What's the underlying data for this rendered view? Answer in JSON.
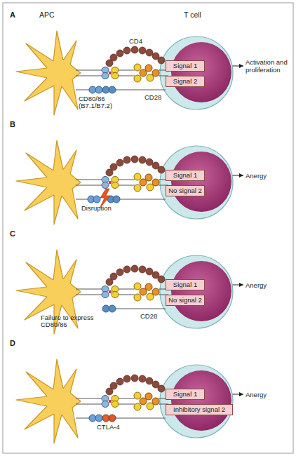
{
  "diagram": {
    "nodes": [
      {
        "text": [
          "Signal 1"
        ]
      },
      {
        "text": [
          "Signal 2"
        ]
      },
      {
        "text": [
          "Activation and proliferation"
        ]
      },
      {
        "text": [
          "Signal 1"
        ]
      },
      {
        "text": [
          "No signal 2"
        ]
      },
      {
        "text": [
          "Anergy"
        ]
      },
      {
        "text": [
          "Signal 1"
        ]
      },
      {
        "text": [
          "No signal 2"
        ]
      },
      {
        "text": [
          "Anergy"
        ]
      },
      {
        "text": [
          "Signal 1"
        ]
      },
      {
        "text": [
          "Inhibitory signal 2"
        ]
      },
      {
        "text": [
          "Anergy"
        ]
      }
    ],
    "edges": [
      {
        "from": 0,
        "to": 2,
        "arrow": "to"
      },
      {
        "from": 3,
        "to": 5,
        "arrow": "to"
      },
      {
        "from": 6,
        "to": 8,
        "arrow": "to"
      },
      {
        "from": 9,
        "to": 11,
        "arrow": "to"
      }
    ],
    "labels": [
      "A",
      "APC",
      "CD4",
      "T cell",
      "CD80/86",
      "(B7.1/B7.2)",
      "CD28",
      "B",
      "Disruption",
      "C",
      "Failure to express CD80/86",
      "CD28",
      "D",
      "CTLA-4"
    ]
  }
}
